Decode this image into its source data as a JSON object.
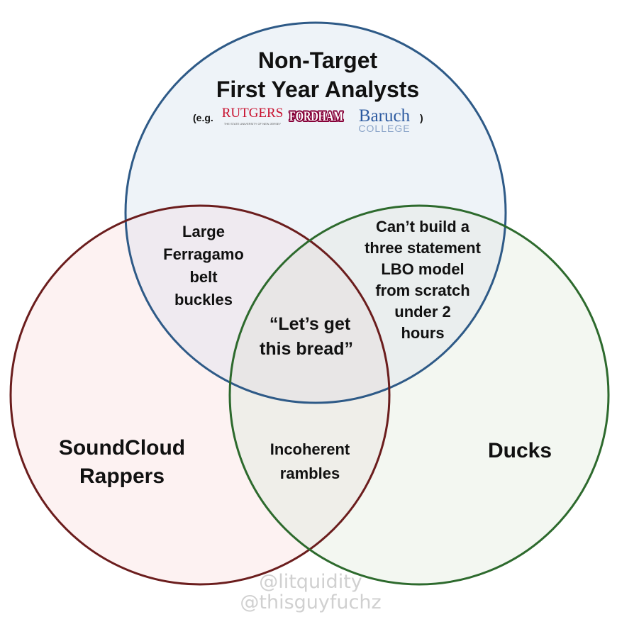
{
  "diagram": {
    "circles": {
      "top": {
        "title_line1": "Non-Target",
        "title_line2": "First Year Analysts",
        "eg_open": "(e.g.",
        "eg_close": ")",
        "border_color": "#2e5a87",
        "fill_color": "#e9eff6",
        "logos": {
          "rutgers": {
            "name": "RUTGERS",
            "tagline": "THE STATE UNIVERSITY OF NEW JERSEY",
            "color": "#c8102e"
          },
          "fordham": {
            "name": "FORDHAM",
            "color": "#860038"
          },
          "baruch": {
            "name": "Baruch",
            "sub": "COLLEGE",
            "color": "#2c5aa0",
            "sub_color": "#8aa4c8"
          }
        }
      },
      "left": {
        "label_line1": "SoundCloud",
        "label_line2": "Rappers",
        "border_color": "#6b1d1d",
        "fill_color": "#fbecec"
      },
      "right": {
        "label": "Ducks",
        "border_color": "#2d6a2d",
        "fill_color": "#eef4ec"
      }
    },
    "intersections": {
      "top_left": [
        "Large",
        "Ferragamo",
        "belt",
        "buckles"
      ],
      "top_right": [
        "Can’t build a",
        "three statement",
        "LBO model",
        "from scratch",
        "under 2",
        "hours"
      ],
      "left_right": [
        "Incoherent",
        "rambles"
      ],
      "center": [
        "“Let’s get",
        "this bread”"
      ]
    },
    "watermark": {
      "line1": "@litquidity",
      "line2": "@thisguyfuchz"
    }
  }
}
